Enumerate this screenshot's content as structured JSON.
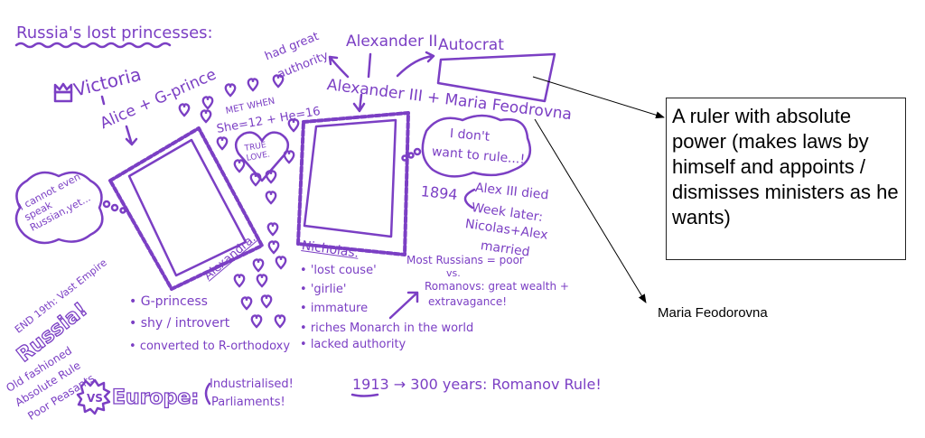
{
  "sketch": {
    "title": "Russia's lost princesses:",
    "victoria": "Victoria",
    "alice": "Alice + G-prince",
    "left_thought": "I cannot even speak Russian,yet...",
    "met_when_1": "MET WHEN",
    "met_when_2": "She=12 + He=16",
    "true_love": "TRUE LOVE.",
    "had_authority_1": "had great",
    "had_authority_2": "authority",
    "alexander_ii": "Alexander II",
    "alexander_iii": "Alexander III + Maria Feodrovna",
    "autocrat": "Autocrat",
    "right_thought_1": "I don't",
    "right_thought_2": "want to rule...!",
    "year_1894": "1894",
    "alex_died": "Alex III died",
    "week_later_1": "Week later:",
    "week_later_2": "Nicolas+Alex",
    "week_later_3": "married",
    "alexandra": "Alexandra.",
    "alexandra_points": [
      "G-princess",
      "shy / introvert",
      "converted to R-orthodoxy"
    ],
    "nicholas": "Nicholas.",
    "nicholas_points": [
      "'lost couse'",
      "'girlie'",
      "immature",
      "riches Monarch in the world",
      "lacked authority"
    ],
    "most_russians": "Most Russians = poor",
    "vs_small": "vs.",
    "romanovs_1": "Romanovs: great wealth +",
    "romanovs_2": "extravagance!",
    "end_19th": "END 19th: Vast Empire",
    "russia": "Russia!",
    "russia_points": [
      "Old fashioned",
      "Absolute Rule",
      "Poor Peasants"
    ],
    "vs": "VS",
    "europe": "Europe:",
    "industrialised": "Industrialised!",
    "parliaments": "Parliaments!",
    "romanov_rule": "1913 → 300 years: Romanov Rule!"
  },
  "annotations": {
    "autocrat_definition": "A ruler with absolute power (makes laws by himself and appoints / dismisses ministers as he wants)",
    "maria_label": "Maria Feodorovna"
  },
  "colors": {
    "ink": "#7b3fc4",
    "annotation": "#000000"
  }
}
